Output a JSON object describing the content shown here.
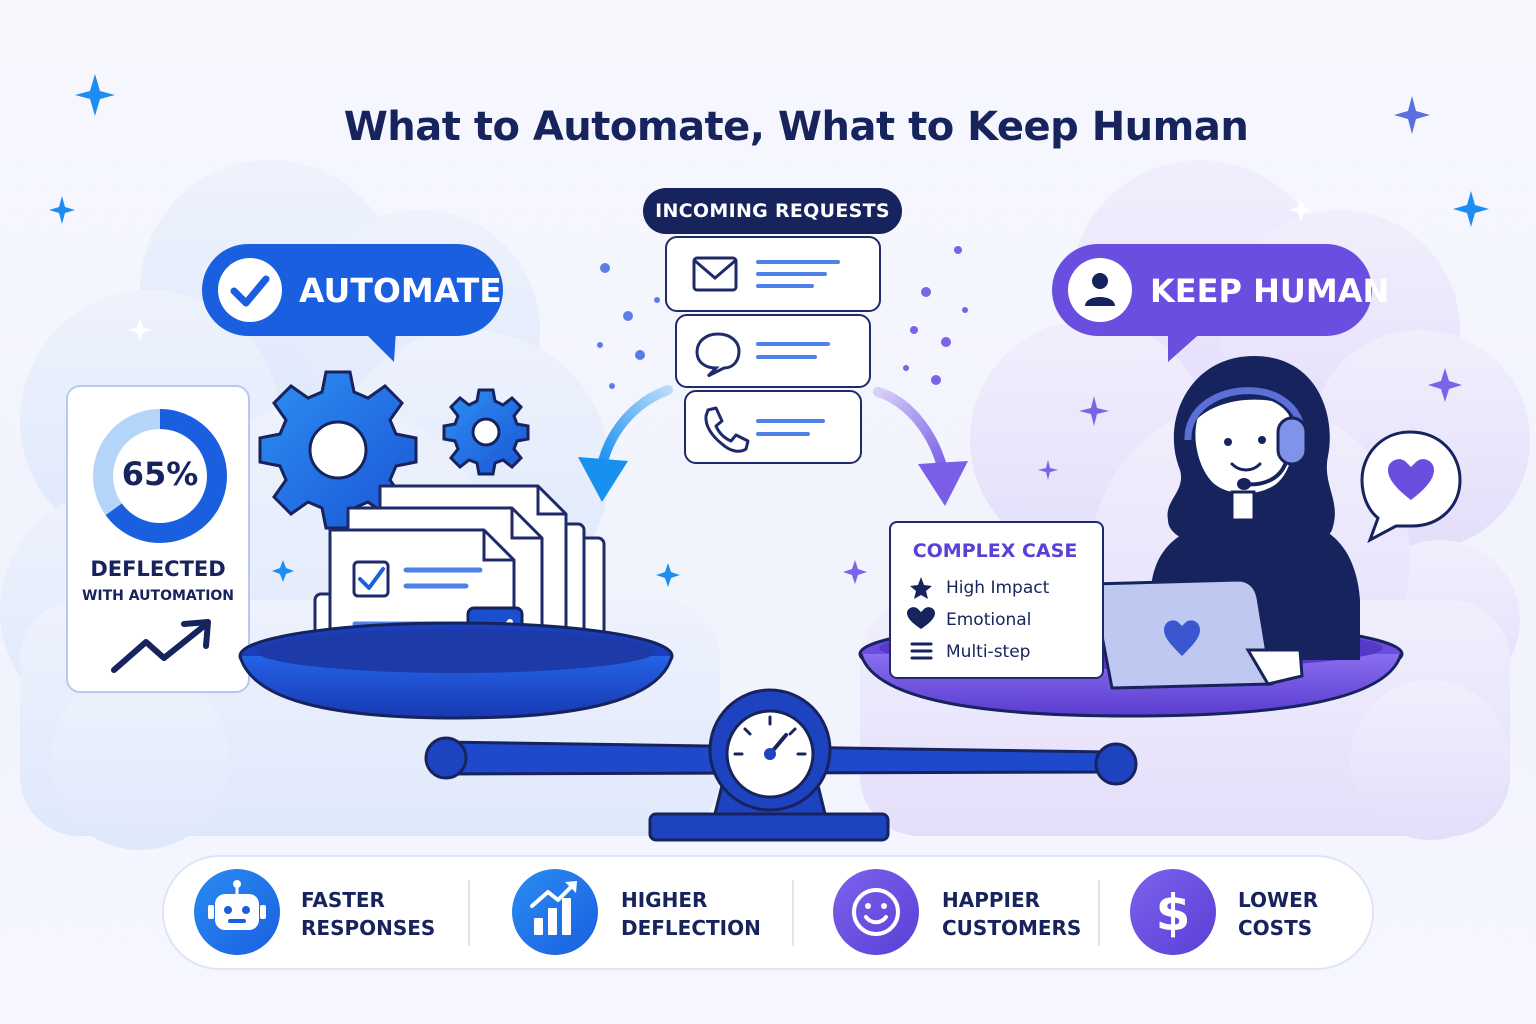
{
  "title": "What to Automate, What to Keep Human",
  "incoming": {
    "label": "INCOMING REQUESTS",
    "channels": [
      "envelope-icon",
      "chat-bubble-icon",
      "phone-icon"
    ]
  },
  "automate": {
    "label": "AUTOMATE",
    "color": "#1a5fe0",
    "stat": {
      "value": "65%",
      "percent": 65,
      "label": "DEFLECTED",
      "sublabel": "WITH AUTOMATION"
    }
  },
  "human": {
    "label": "KEEP HUMAN",
    "color": "#6a4ee0",
    "case": {
      "title": "COMPLEX CASE",
      "items": [
        {
          "icon": "star-icon",
          "text": "High Impact"
        },
        {
          "icon": "heart-icon",
          "text": "Emotional"
        },
        {
          "icon": "list-icon",
          "text": "Multi-step"
        }
      ]
    }
  },
  "benefits": [
    {
      "icon": "robot-icon",
      "line1": "FASTER",
      "line2": "RESPONSES"
    },
    {
      "icon": "bar-chart-up-icon",
      "line1": "HIGHER",
      "line2": "DEFLECTION"
    },
    {
      "icon": "smiley-icon",
      "line1": "HAPPIER",
      "line2": "CUSTOMERS"
    },
    {
      "icon": "dollar-icon",
      "line1": "LOWER",
      "line2": "COSTS"
    }
  ],
  "colors": {
    "navy": "#16235c",
    "blue": "#1a5fe0",
    "purple": "#6a4ee0",
    "light_blue": "#8fb4f5"
  }
}
